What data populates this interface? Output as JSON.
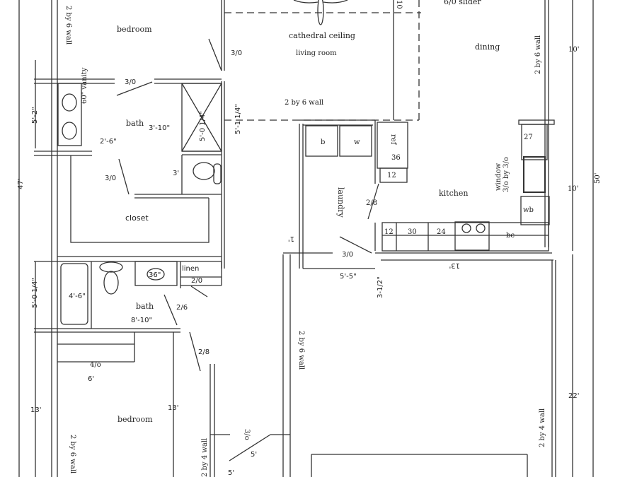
{
  "plan": {
    "rooms": {
      "bedroom_top": "bedroom",
      "cathedral": "cathedral ceiling",
      "living": "living room",
      "dining": "dining",
      "bath_top": "bath",
      "closet": "closet",
      "laundry": "laundry",
      "kitchen": "kitchen",
      "bath_mid": "bath",
      "linen": "linen",
      "bedroom_bottom": "bedroom"
    },
    "labels": {
      "slider": "6/0 slider",
      "wall_2x6_a": "2 by 6 wall",
      "wall_2x6_b": "2 by 6 wall",
      "wall_2x6_c": "2 by 6 wall",
      "wall_2x6_d": "2 by 6 wall",
      "wall_2x6_e": "2 by 6 wall",
      "wall_2x4_a": "2 by 4 wall",
      "wall_2x4_b": "2 by 4 wall",
      "vanity": "60\" vanity",
      "window": "window",
      "window_size": "3/o by 3/o",
      "dryer": "b",
      "washer": "w",
      "ref": "ref",
      "ref_w": "36",
      "cab_12a": "12",
      "cab_12b": "12",
      "cab_30": "30",
      "cab_24": "24",
      "cab_27": "27",
      "wb": "wb",
      "bc": "bc",
      "shower36": "36\"",
      "top_cut": "10"
    },
    "doors": {
      "d_bed_top": "3/0",
      "d_living": "3/0",
      "d_bath_top": "3/0",
      "d_closet": "3/0",
      "d_kitchen": "2/8",
      "d_laundry": "3/0",
      "d_linen": "2/0",
      "d_bath_mid": "2/6",
      "d_bed_bottom": "2/8",
      "d_closet_bottom": "4/o",
      "d_entry": "3/o"
    },
    "dimensions": {
      "d_5_2": "5'-2\"",
      "d_47": "47'",
      "d_5_0_14_left": "5'-0 1/4\"",
      "d_13_left": "13'",
      "d_5_0_14_shower": "5'-0 1/4\"",
      "d_5_1_14": "5'-1 1/4\"",
      "d_3_10": "3'-10\"",
      "d_2_6": "2'-6\"",
      "d_3": "3'",
      "d_4_6": "4'-6\"",
      "d_8_10": "8'-10\"",
      "d_6": "6'",
      "d_13_mid": "13'",
      "d_5_5": "5'-5\"",
      "d_3_12": "3-1/2\"",
      "d_13_kitchen": "13'",
      "d_1": "1'",
      "d_10_top": "10'",
      "d_10_mid": "10'",
      "d_50": "50'",
      "d_22": "22'",
      "d_5_hall": "5'",
      "d_5_hall2": "5'"
    }
  },
  "colors": {
    "line": "#333333",
    "bg": "#ffffff"
  }
}
